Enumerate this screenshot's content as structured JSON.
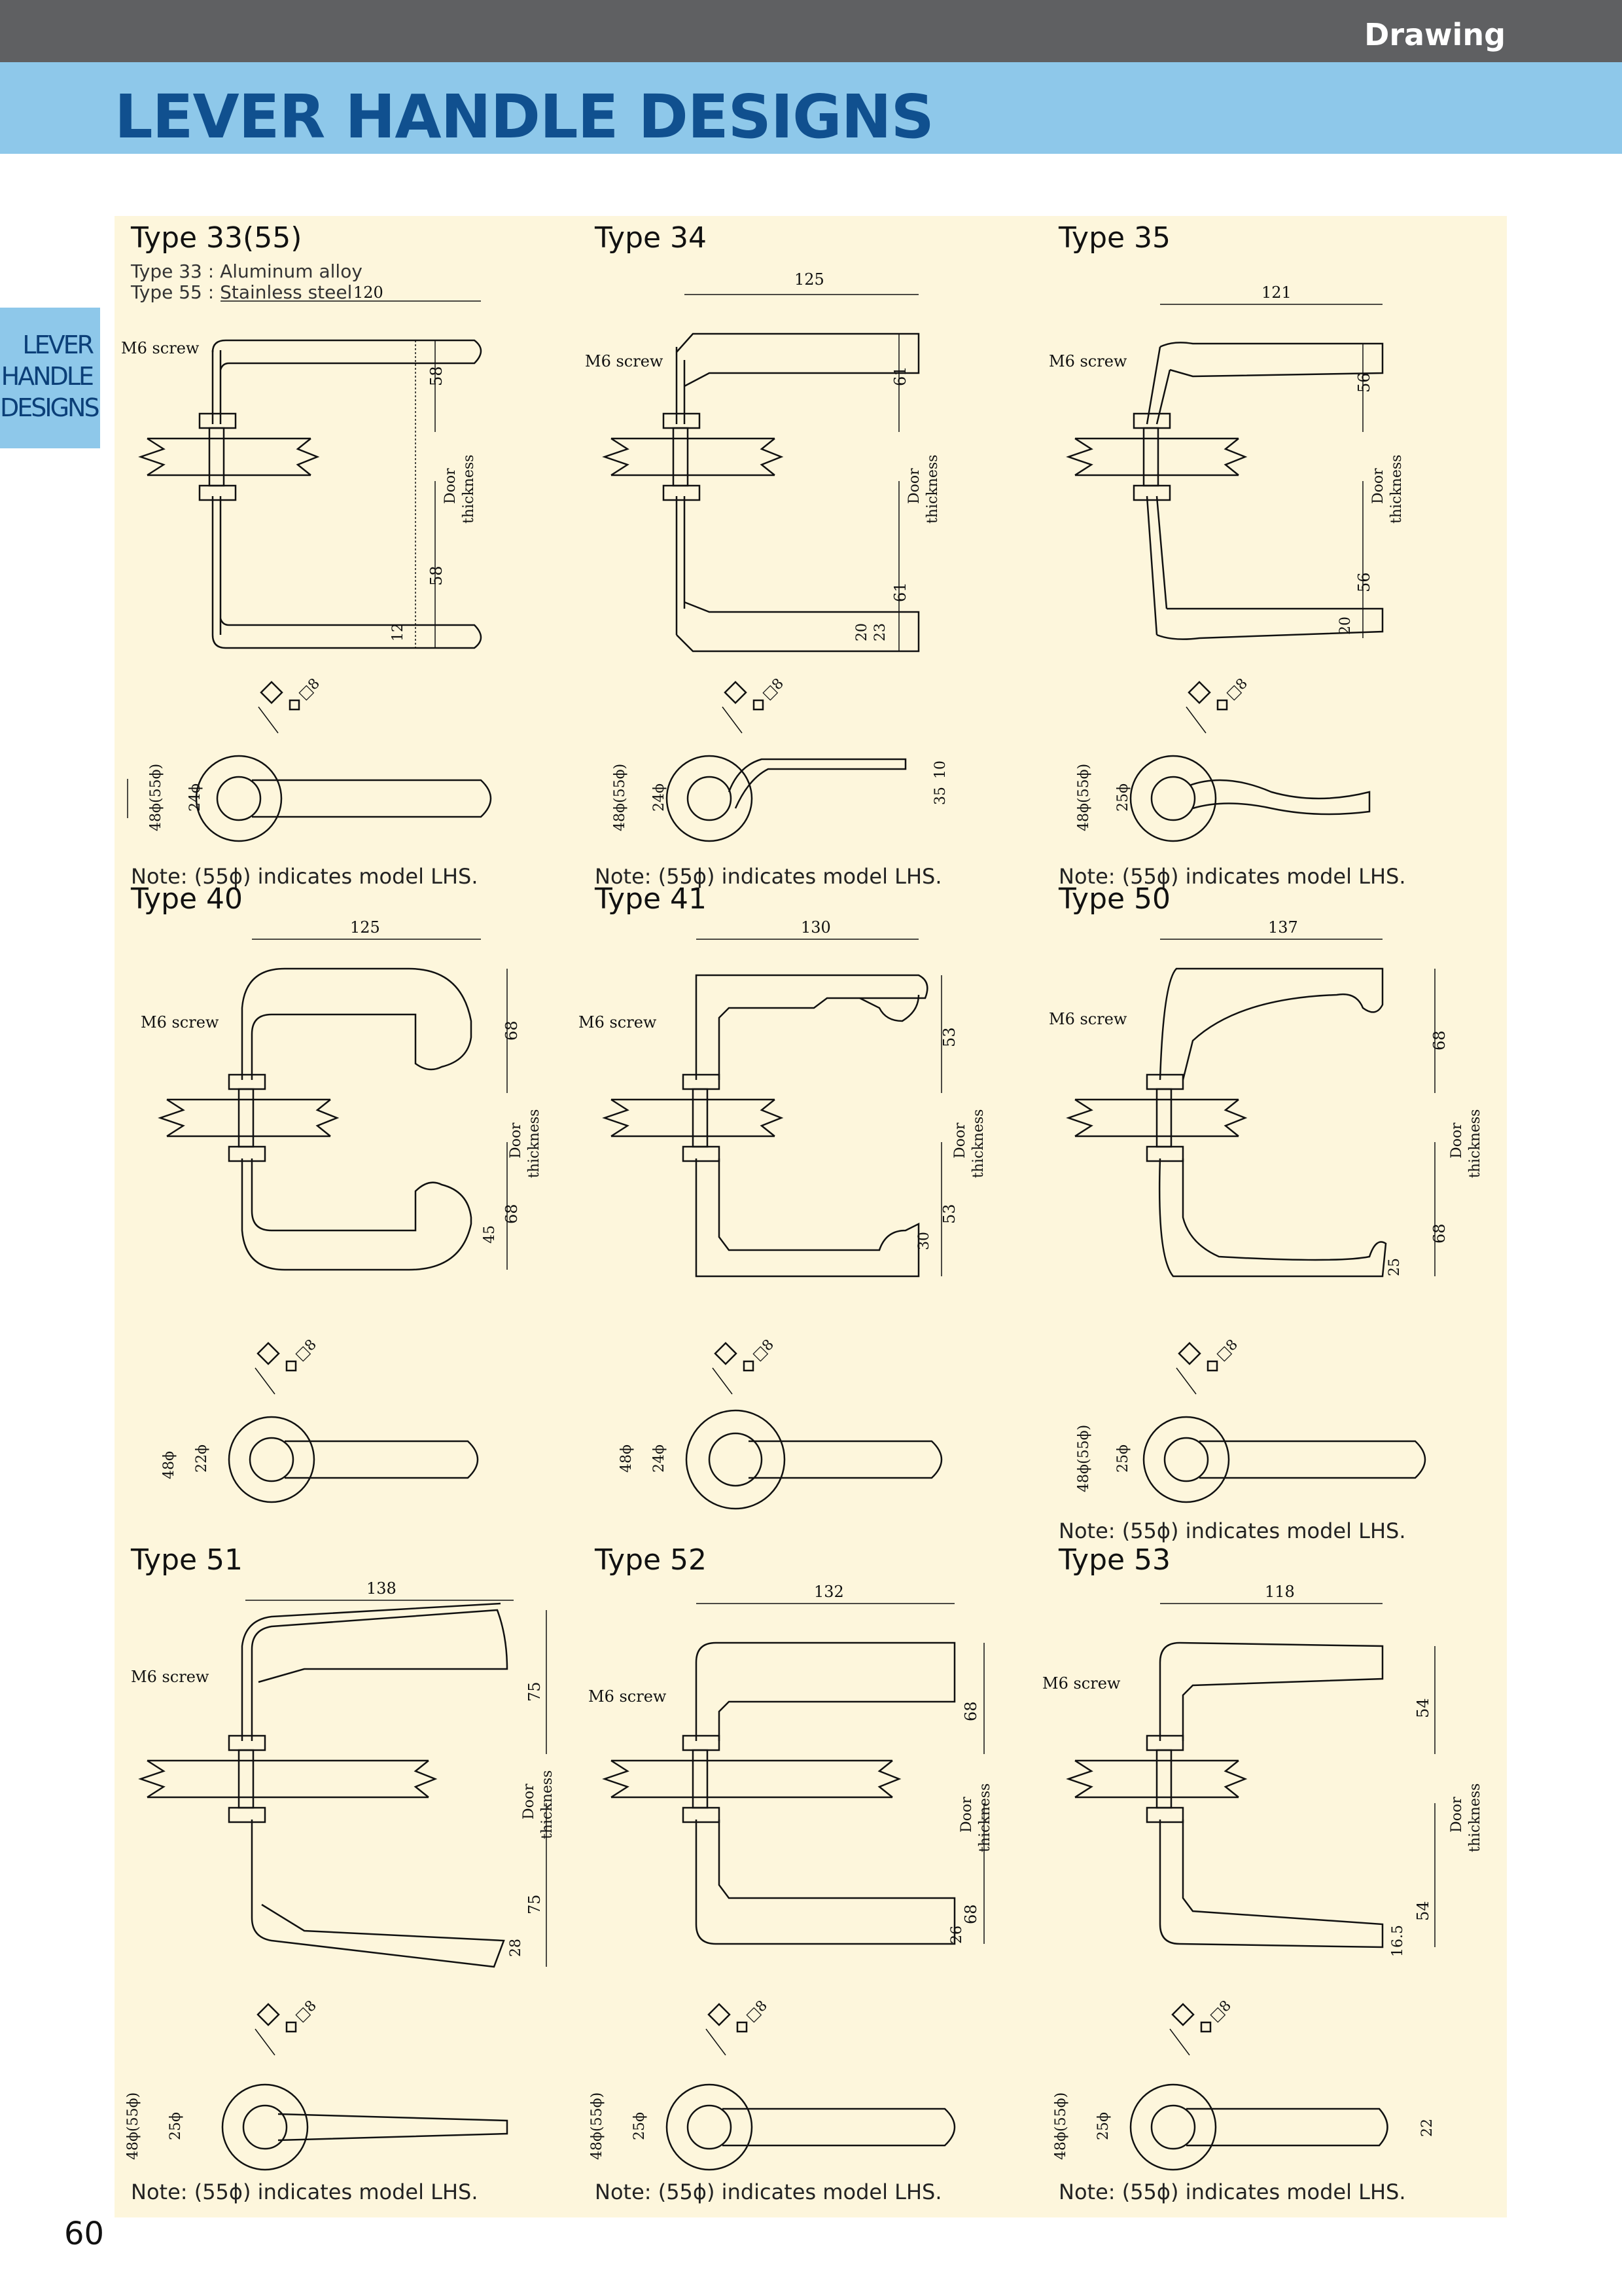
{
  "header": {
    "section": "Drawing",
    "title": "LEVER HANDLE DESIGNS"
  },
  "side_tab": [
    "LEVER",
    "HANDLE",
    "DESIGNS"
  ],
  "page_number": "60",
  "labels": {
    "screw": "M6 screw",
    "door": "Door",
    "thickness": "thickness",
    "square": "□8",
    "note": "Note: (55ϕ) indicates model LHS."
  },
  "handles": [
    {
      "title": "Type 33(55)",
      "materials": [
        "Type 33 : Aluminum alloy",
        "Type 55 : Stainless steel"
      ],
      "length": "120",
      "upper": "58",
      "lower": "58",
      "extra": [
        "12"
      ],
      "rose": "48ϕ(55ϕ)",
      "neck": "24ϕ",
      "side": [],
      "note": true
    },
    {
      "title": "Type 34",
      "materials": [],
      "length": "125",
      "upper": "61",
      "lower": "61",
      "extra": [
        "20",
        "23"
      ],
      "rose": "48ϕ(55ϕ)",
      "neck": "24ϕ",
      "side": [
        "10",
        "35"
      ],
      "note": true
    },
    {
      "title": "Type 35",
      "materials": [],
      "length": "121",
      "upper": "56",
      "lower": "56",
      "extra": [
        "20"
      ],
      "rose": "48ϕ(55ϕ)",
      "neck": "25ϕ",
      "side": [],
      "note": true
    },
    {
      "title": "Type 40",
      "materials": [],
      "length": "125",
      "upper": "68",
      "lower": "68",
      "extra": [
        "45"
      ],
      "rose": "48ϕ",
      "neck": "22ϕ",
      "side": [],
      "note": false
    },
    {
      "title": "Type 41",
      "materials": [],
      "length": "130",
      "upper": "53",
      "lower": "53",
      "extra": [
        "30"
      ],
      "rose": "48ϕ",
      "neck": "24ϕ",
      "side": [],
      "note": false
    },
    {
      "title": "Type 50",
      "materials": [],
      "length": "137",
      "upper": "68",
      "lower": "68",
      "extra": [
        "25"
      ],
      "rose": "48ϕ(55ϕ)",
      "neck": "25ϕ",
      "side": [],
      "note": true
    },
    {
      "title": "Type 51",
      "materials": [],
      "length": "138",
      "upper": "75",
      "lower": "75",
      "extra": [
        "28"
      ],
      "rose": "48ϕ(55ϕ)",
      "neck": "25ϕ",
      "side": [],
      "note": true
    },
    {
      "title": "Type 52",
      "materials": [],
      "length": "132",
      "upper": "68",
      "lower": "68",
      "extra": [
        "26"
      ],
      "rose": "48ϕ(55ϕ)",
      "neck": "25ϕ",
      "side": [],
      "note": true
    },
    {
      "title": "Type 53",
      "materials": [],
      "length": "118",
      "upper": "54",
      "lower": "54",
      "extra": [
        "16.5"
      ],
      "rose": "48ϕ(55ϕ)",
      "neck": "25ϕ",
      "side": [
        "22"
      ],
      "note": true
    }
  ]
}
